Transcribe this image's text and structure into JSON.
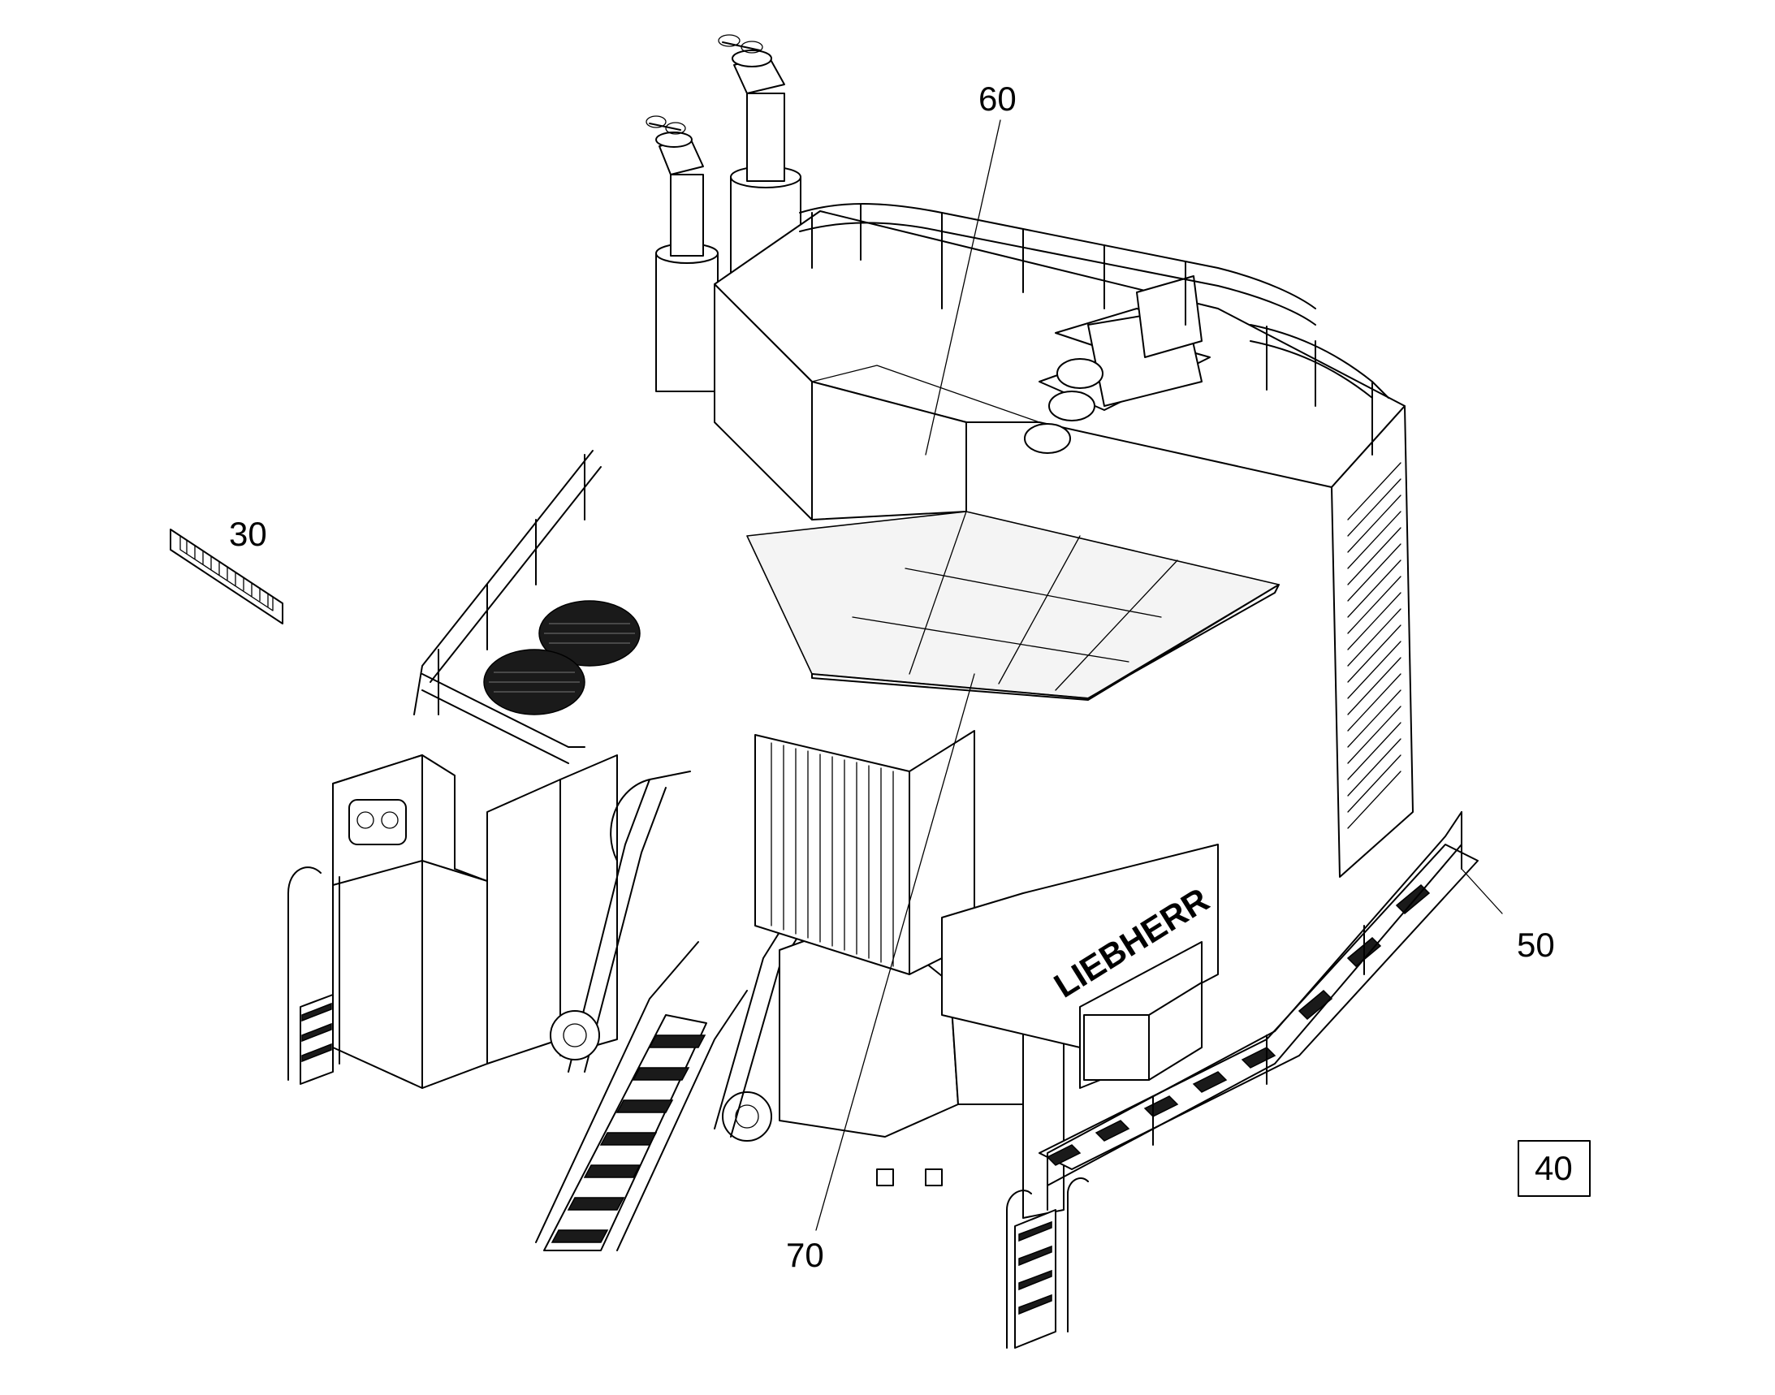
{
  "figure": {
    "callouts": [
      {
        "id": "c30",
        "label": "30"
      },
      {
        "id": "c40",
        "label": "40",
        "boxed": true
      },
      {
        "id": "c50",
        "label": "50"
      },
      {
        "id": "c60",
        "label": "60"
      },
      {
        "id": "c70",
        "label": "70"
      }
    ],
    "brand_text": "LIEBHERR"
  }
}
